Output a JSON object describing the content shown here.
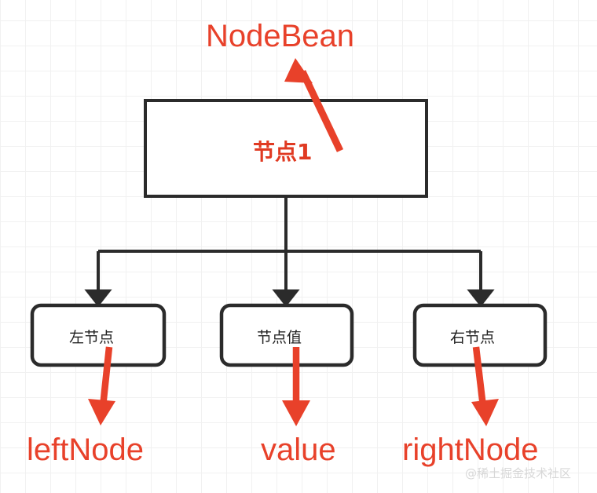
{
  "diagram": {
    "title_annotation": "NodeBean",
    "root_node": {
      "label": "节点1",
      "text_color": "#e03a22"
    },
    "children": [
      {
        "label": "左节点",
        "annotation": "leftNode"
      },
      {
        "label": "节点值",
        "annotation": "value"
      },
      {
        "label": "右节点",
        "annotation": "rightNode"
      }
    ],
    "colors": {
      "accent_red": "#e8412a",
      "stroke_black": "#2b2b2b",
      "grid_line": "#f1f1f1",
      "background": "#ffffff",
      "watermark": "#d7d7d7"
    }
  },
  "watermark": {
    "text": "@稀土掘金技术社区"
  }
}
